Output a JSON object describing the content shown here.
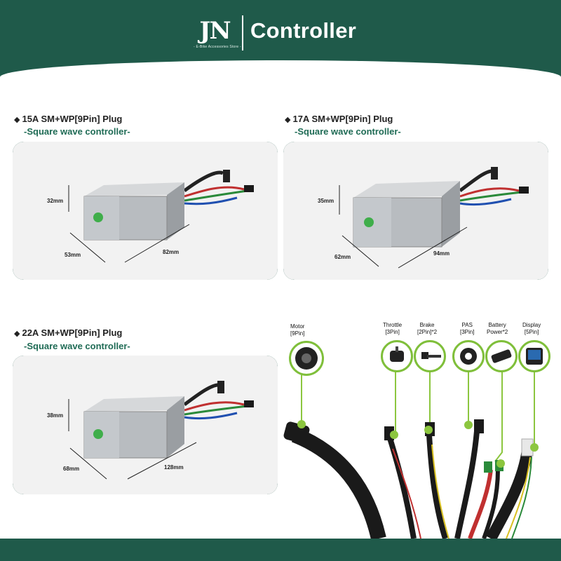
{
  "header": {
    "logo_mark": "JN",
    "logo_tagline": "- E-Bike Accessories Store -",
    "title": "Controller"
  },
  "controllers": [
    {
      "title": "15A SM+WP[9Pin] Plug",
      "subtitle": "-Square wave controller-",
      "height_label": "32mm",
      "width_label": "53mm",
      "length_label": "82mm"
    },
    {
      "title": "17A SM+WP[9Pin] Plug",
      "subtitle": "-Square wave controller-",
      "height_label": "35mm",
      "width_label": "62mm",
      "length_label": "94mm"
    },
    {
      "title": "22A SM+WP[9Pin] Plug",
      "subtitle": "-Square wave controller-",
      "height_label": "38mm",
      "width_label": "68mm",
      "length_label": "128mm"
    }
  ],
  "connectors": [
    {
      "name": "Motor",
      "pins": "[9Pin]",
      "icon": "hub-motor-icon"
    },
    {
      "name": "Throttle",
      "pins": "[3Pin]",
      "icon": "throttle-icon"
    },
    {
      "name": "Brake",
      "pins": "[2Pin]*2",
      "icon": "brake-lever-icon"
    },
    {
      "name": "PAS",
      "pins": "[3Pin]",
      "icon": "pas-sensor-icon"
    },
    {
      "name": "Battery",
      "pins": "Power*2",
      "icon": "battery-icon"
    },
    {
      "name": "Display",
      "pins": "[5Pin]",
      "icon": "display-icon"
    }
  ],
  "colors": {
    "brand_green": "#1f5a4a",
    "accent_green": "#8cc63f",
    "subtitle_green": "#1f6b55"
  }
}
